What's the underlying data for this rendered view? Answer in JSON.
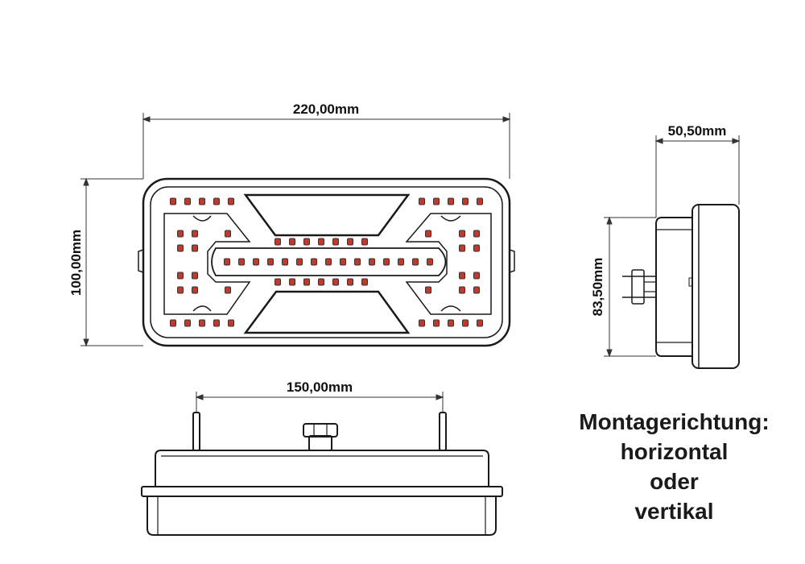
{
  "dimensions": {
    "front_width": "220,00mm",
    "front_height": "100,00mm",
    "side_depth": "50,50mm",
    "side_height": "83,50mm",
    "bottom_spacing": "150,00mm"
  },
  "mounting_note": {
    "line1": "Montagerichtung:",
    "line2": "horizontal",
    "line3": "oder",
    "line4": "vertikal"
  },
  "colors": {
    "line": "#1a1a1a",
    "led": "#c0392b",
    "led_border": "#333333"
  }
}
